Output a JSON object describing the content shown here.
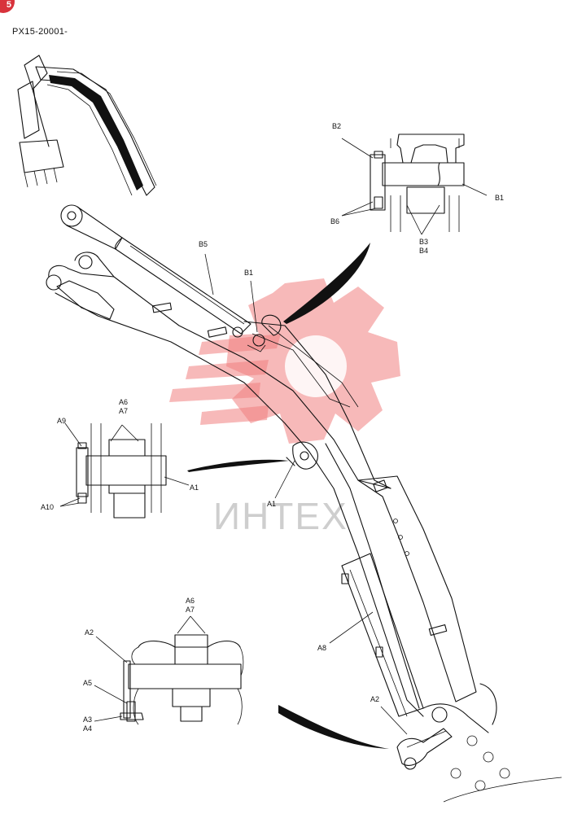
{
  "header": {
    "page_badge": "5",
    "serial_range": "PX15-20001-"
  },
  "watermark": {
    "text": "ИНТЕХ",
    "color": "#f08080"
  },
  "callouts": {
    "b2": "B2",
    "b1_detail": "B1",
    "b6": "B6",
    "b3": "B3",
    "b4": "B4",
    "b5": "B5",
    "b1_main": "B1",
    "a6_mid": "A6",
    "a7_mid": "A7",
    "a9": "A9",
    "a1_detail": "A1",
    "a10": "A10",
    "a1_main": "A1",
    "a6_low": "A6",
    "a7_low": "A7",
    "a2_detail": "A2",
    "a5": "A5",
    "a3": "A3",
    "a4": "A4",
    "a8": "A8",
    "a2_main": "A2"
  },
  "colors": {
    "badge": "#d8333c",
    "line": "#111111",
    "watermark_gear": "#f08080",
    "watermark_text": "#bdbdbd"
  }
}
